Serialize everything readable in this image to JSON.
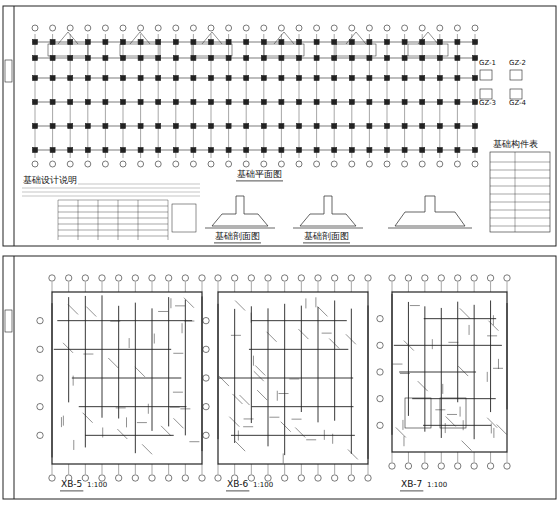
{
  "diagram": {
    "labels": [
      "基础平面图",
      "基础剖面图",
      "基础剖面图",
      "基础设计说明",
      "GZ-1",
      "GZ-2",
      "GZ-3",
      "GZ-4",
      "基础构件表",
      "XB-5",
      "XB-6",
      "XB-7",
      "1:100",
      "1:100",
      "1:100"
    ]
  }
}
